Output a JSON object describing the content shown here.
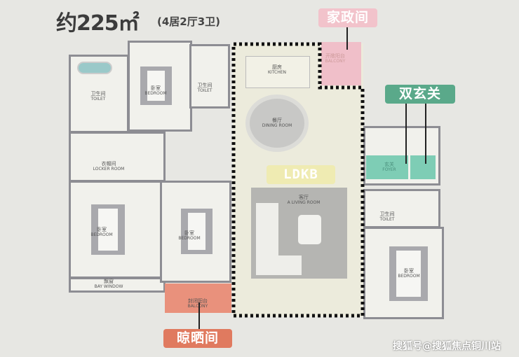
{
  "title": {
    "area": "约225㎡",
    "layout": "(4居2厅3卫)"
  },
  "rooms": {
    "toilet_left": {
      "cn": "卫生间",
      "en": "TOILET"
    },
    "bedroom_top": {
      "cn": "卧室",
      "en": "BEDROOM"
    },
    "toilet_top": {
      "cn": "卫生间",
      "en": "TOILET"
    },
    "locker": {
      "cn": "衣帽间",
      "en": "LOCKER ROOM"
    },
    "bedroom_left": {
      "cn": "卧室",
      "en": "BEDROOM"
    },
    "bay": {
      "cn": "飘窗",
      "en": "BAY WINDOW"
    },
    "bedroom_mid": {
      "cn": "卧室",
      "en": "BEDROOM"
    },
    "balcony_closed": {
      "cn": "封闭阳台",
      "en": "BALCONY"
    },
    "kitchen": {
      "cn": "厨房",
      "en": "KITCHEN"
    },
    "dining": {
      "cn": "餐厅",
      "en": "DINING ROOM"
    },
    "living": {
      "cn": "客厅",
      "en": "A LIVING ROOM"
    },
    "balcony_open": {
      "cn": "开敞阳台",
      "en": "BALCONY"
    },
    "foyer": {
      "cn": "玄关",
      "en": "FOYER"
    },
    "toilet_right": {
      "cn": "卫生间",
      "en": "TOILET"
    },
    "bedroom_right": {
      "cn": "卧室",
      "en": "BEDROOM"
    }
  },
  "tags": {
    "housekeeping": "家政间",
    "double_foyer": "双玄关",
    "ldkb": "LDKB",
    "drying": "晾晒间"
  },
  "colors": {
    "housekeeping": "#f2c3cb",
    "double_foyer": "#5aa98a",
    "ldkb": "#efebb2",
    "drying": "#e07a5f"
  },
  "watermark": "搜狐号@搜狐焦点铜川站"
}
